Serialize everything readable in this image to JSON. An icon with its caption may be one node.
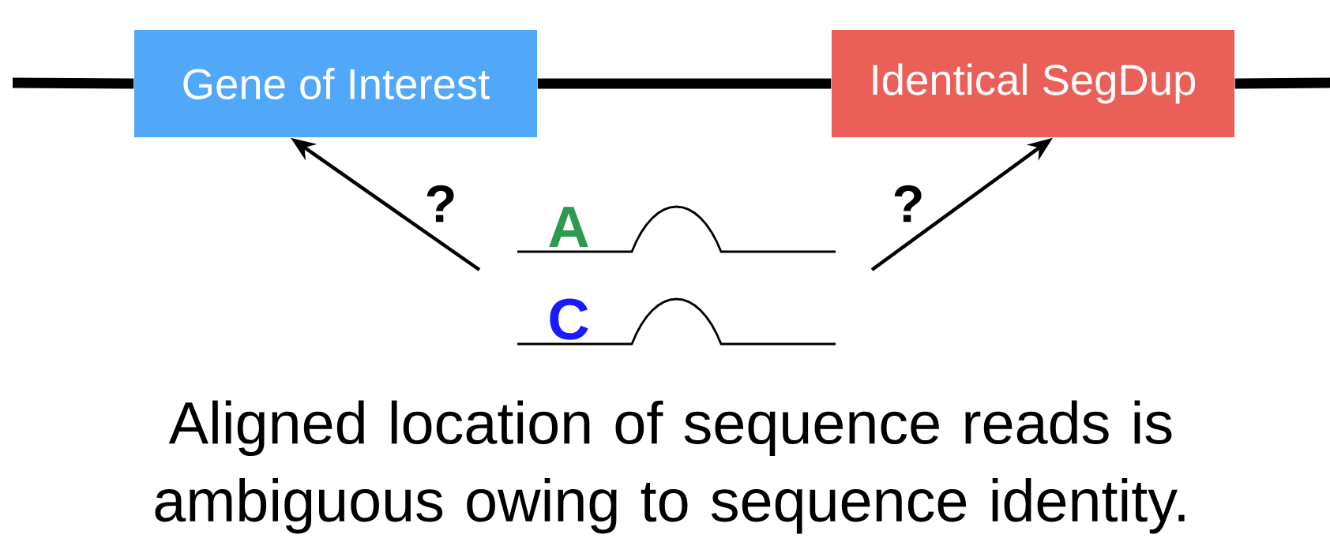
{
  "diagram": {
    "caption": "Aligned location of sequence reads is ambiguous owing to sequence identity.",
    "nodes": [
      {
        "text": [
          "Gene of Interest"
        ]
      },
      {
        "text": [
          "Identical SegDup"
        ]
      },
      {
        "text": [
          "A"
        ]
      },
      {
        "text": [
          "C"
        ]
      }
    ],
    "edges": [
      {
        "from": null,
        "to": 0,
        "arrow": "none"
      },
      {
        "from": 0,
        "to": 1,
        "arrow": "none"
      },
      {
        "from": 1,
        "to": null,
        "arrow": "none"
      },
      {
        "from": null,
        "to": 0,
        "arrow": "to",
        "label": "?"
      },
      {
        "from": null,
        "to": 1,
        "arrow": "to",
        "label": "?"
      }
    ]
  }
}
